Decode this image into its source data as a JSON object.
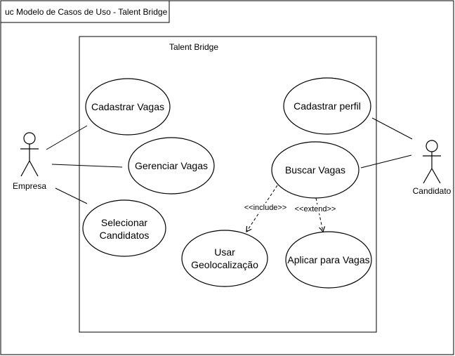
{
  "diagram_title": "uc Modelo de Casos de Uso - Talent Bridge",
  "system_boundary": {
    "label": "Talent Bridge"
  },
  "actors": {
    "empresa": "Empresa",
    "candidato": "Candidato"
  },
  "use_cases": {
    "cadastrar_vagas": "Cadastrar Vagas",
    "gerenciar_vagas": "Gerenciar Vagas",
    "selecionar_candidatos": [
      "Selecionar",
      "Candidatos"
    ],
    "cadastrar_perfil": "Cadastrar perfil",
    "buscar_vagas": "Buscar Vagas",
    "usar_geolocalizacao": [
      "Usar",
      "Geolocalização"
    ],
    "aplicar_para_vagas": "Aplicar para Vagas"
  },
  "relationships": {
    "include": "<<include>>",
    "extend": "<<extend>>"
  }
}
